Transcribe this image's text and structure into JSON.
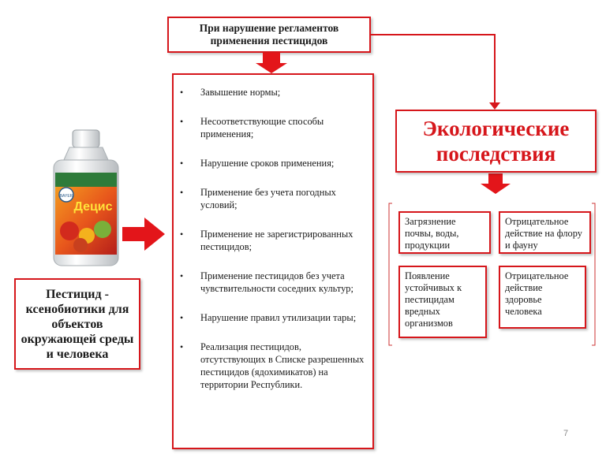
{
  "header": {
    "title": "При нарушение регламентов применения пестицидов"
  },
  "violations": {
    "items": [
      "Завышение нормы;",
      "Несоответствующие способы применения;",
      "Нарушение сроков применения;",
      "Применение без учета погодных условий;",
      "Применение не зарегистрированных пестицидов;",
      "Применение пестицидов без учета чувствительности соседних культур;",
      "Нарушение правил утилизации тары;",
      "Реализация пестицидов, отсутствующих в Списке разрешенных пестицидов (ядохимикатов) на территории Республики."
    ]
  },
  "consequences": {
    "title": "Экологические последствия",
    "items": [
      "Загрязнение почвы, воды, продукции",
      "Отрицательное действие на флору и фауну",
      "Появление устойчивых к пестицидам вредных организмов",
      "Отрицательное действие здоровье человека"
    ]
  },
  "pesticide": {
    "label": "Пестицид - ксенобиотики для объектов окружающей среды и человека",
    "product_name": "Децис",
    "brand": "BAYER"
  },
  "page": {
    "number": "7"
  },
  "colors": {
    "accent_red": "#d6161b",
    "text": "#1a1a1a"
  }
}
